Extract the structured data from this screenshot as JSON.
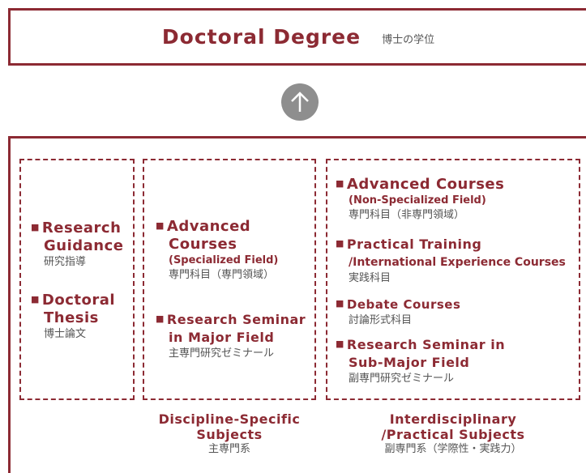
{
  "degree": {
    "title": "Doctoral Degree",
    "title_ja": "博士の学位"
  },
  "arrow_icon": "up-arrow-icon",
  "colors": {
    "accent": "#8c2a33",
    "arrow_circle": "#8e8e8e",
    "text_gray": "#555555"
  },
  "columns": [
    {
      "items": [
        {
          "title_lines": [
            "Research",
            "Guidance"
          ],
          "ja": "研究指導"
        },
        {
          "title_lines": [
            "Doctoral",
            "Thesis"
          ],
          "ja": "博士論文"
        }
      ]
    },
    {
      "items": [
        {
          "title_lines": [
            "Advanced",
            "Courses"
          ],
          "sub": "(Specialized Field)",
          "ja": "専門科目（専門領域）"
        },
        {
          "title_lines": [
            "Research Seminar",
            "in Major Field"
          ],
          "ja": "主専門研究ゼミナール"
        }
      ],
      "category": {
        "title_lines": [
          "Discipline-Specific",
          "Subjects"
        ],
        "ja": "主専門系"
      }
    },
    {
      "items": [
        {
          "title_lines": [
            "Advanced Courses"
          ],
          "sub": "(Non-Specialized Field)",
          "ja": "専門科目（非専門領域）"
        },
        {
          "title_lines": [
            "Practical Training",
            "/International Experience Courses"
          ],
          "ja": "実践科目"
        },
        {
          "title_lines": [
            "Debate Courses"
          ],
          "ja": "討論形式科目"
        },
        {
          "title_lines": [
            "Research Seminar in",
            "Sub-Major Field"
          ],
          "ja": "副専門研究ゼミナール"
        }
      ],
      "category": {
        "title_lines": [
          "Interdisciplinary",
          "/Practical Subjects"
        ],
        "ja": "副専門系（学際性・実践力）"
      }
    }
  ]
}
